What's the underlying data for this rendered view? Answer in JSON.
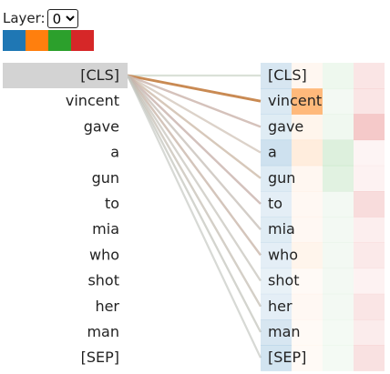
{
  "controls": {
    "layer_label": "Layer:",
    "layer_options": [
      "0"
    ],
    "layer_selected": "0"
  },
  "head_colors": [
    "#1f77b4",
    "#ff7f0e",
    "#2ca02c",
    "#d62728"
  ],
  "left_tokens": [
    "[CLS]",
    "vincent",
    "gave",
    "a",
    "gun",
    "to",
    "mia",
    "who",
    "shot",
    "her",
    "man",
    "[SEP]"
  ],
  "right_tokens": [
    "[CLS]",
    "vincent",
    "gave",
    "a",
    "gun",
    "to",
    "mia",
    "who",
    "shot",
    "her",
    "man",
    "[SEP]"
  ],
  "selected_left_token": "[CLS]",
  "attention_from_cls": [
    0.13,
    0.45,
    0.22,
    0.16,
    0.2,
    0.24,
    0.19,
    0.22,
    0.15,
    0.2,
    0.16,
    0.12
  ],
  "head_heat": [
    [
      0.18,
      0.06,
      0.08,
      0.12
    ],
    [
      0.16,
      0.55,
      0.06,
      0.12
    ],
    [
      0.14,
      0.08,
      0.07,
      0.25
    ],
    [
      0.22,
      0.14,
      0.16,
      0.05
    ],
    [
      0.15,
      0.06,
      0.14,
      0.06
    ],
    [
      0.12,
      0.05,
      0.06,
      0.16
    ],
    [
      0.14,
      0.05,
      0.06,
      0.08
    ],
    [
      0.12,
      0.08,
      0.06,
      0.1
    ],
    [
      0.1,
      0.04,
      0.06,
      0.06
    ],
    [
      0.12,
      0.05,
      0.06,
      0.12
    ],
    [
      0.18,
      0.04,
      0.05,
      0.09
    ],
    [
      0.2,
      0.04,
      0.05,
      0.14
    ]
  ]
}
